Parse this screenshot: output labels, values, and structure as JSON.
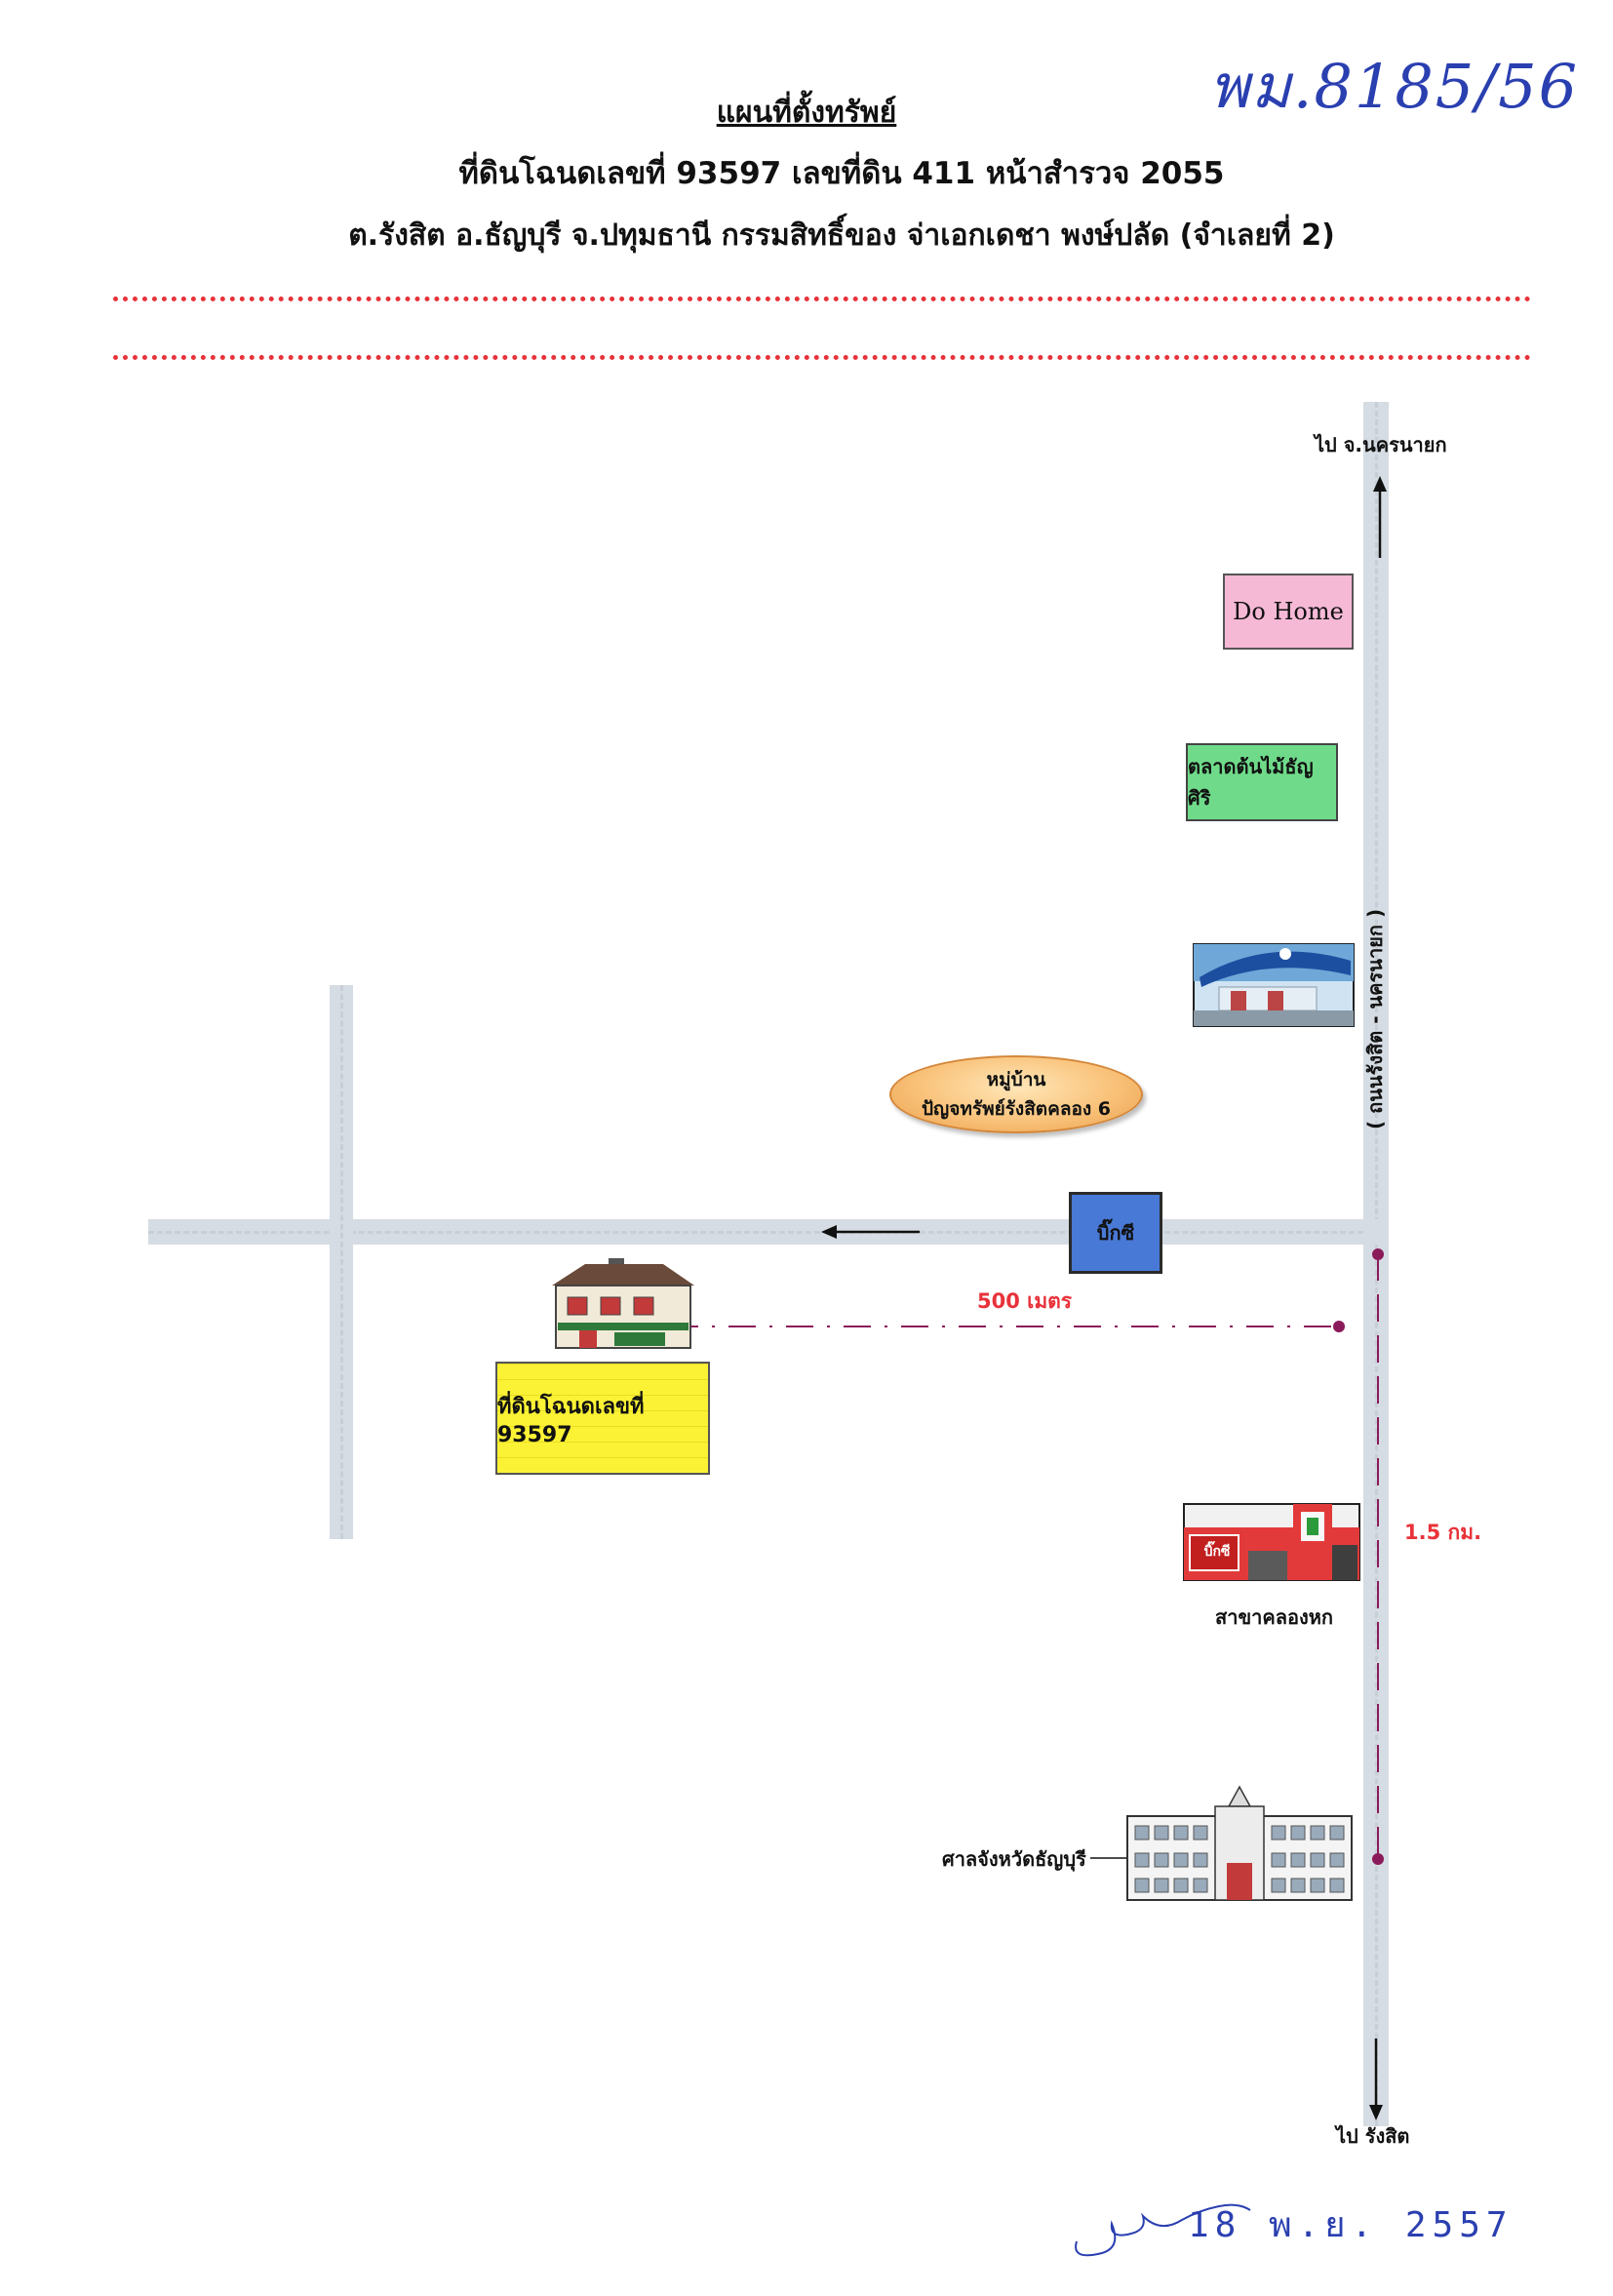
{
  "header": {
    "title": "แผนที่ตั้งทรัพย์",
    "line2": "ที่ดินโฉนดเลขที่  93597  เลขที่ดิน  411  หน้าสำรวจ  2055",
    "line3": "ต.รังสิต อ.ธัญบุรี จ.ปทุมธานี  กรรมสิทธิ์ของ  จ่าเอกเดชา   พงษ์ปลัด (จำเลยที่ 2)"
  },
  "handwritten_ref": "พม.8185/56",
  "map": {
    "to_north_label": "ไป จ.นครนายก",
    "to_south_label": "ไป รังสิต",
    "main_road_label": "( ถนนรังสิต - นครนายก )",
    "landmarks": {
      "do_home": "Do Home",
      "tree_market": "ตลาดต้นไม้ธัญศิริ",
      "village_line1": "หมู่บ้าน",
      "village_line2": "ปัญจทรัพย์รังสิตคลอง 6",
      "bigc_box": "บิ๊กซี",
      "bigc_sign": "บิ๊กซี",
      "bigc_branch": "สาขาคลองหก",
      "court": "ศาลจังหวัดธัญบุรี",
      "land_parcel": "ที่ดินโฉนดเลขที่ 93597"
    },
    "distance_500": "500 เมตร",
    "distance_1_5": "1.5 กม."
  },
  "stamp": {
    "date": "18 พ.ย. 2557"
  },
  "colors": {
    "dotted_rule": "#e8323a",
    "road": "#d5dce3",
    "distance_marker": "#8b1a5a",
    "ink_blue": "#2a3fb0"
  }
}
